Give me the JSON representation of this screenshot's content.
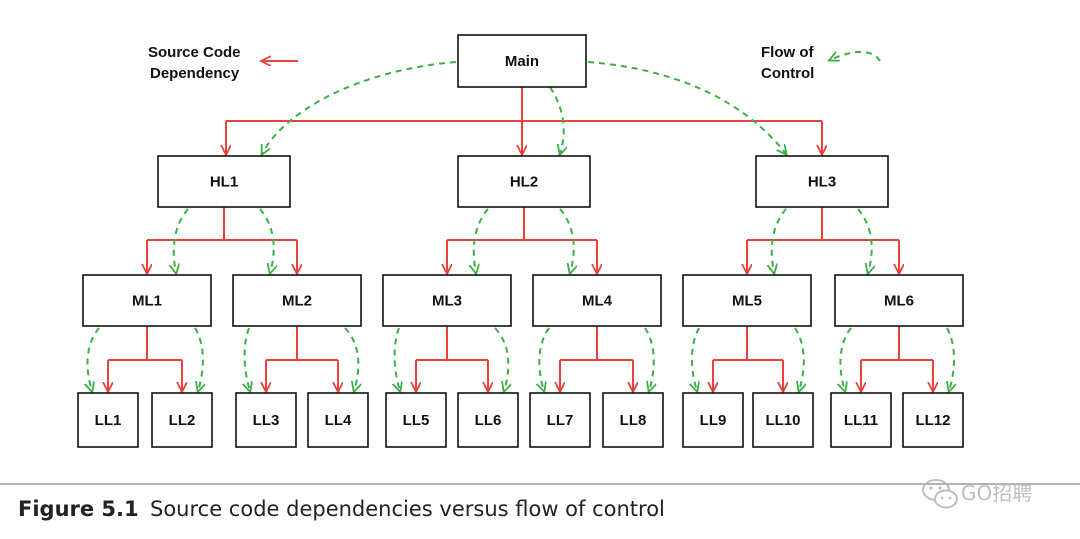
{
  "colors": {
    "dependency": "#e8423c",
    "flow": "#3cb043",
    "box_stroke": "#111111",
    "caption_rule": "#b3b3b3",
    "watermark": "#b8b8b8"
  },
  "legend": {
    "dependency_line1": "Source Code",
    "dependency_line2": "Dependency",
    "flow_line1": "Flow of",
    "flow_line2": "Control"
  },
  "nodes": {
    "main": "Main",
    "hl1": "HL1",
    "hl2": "HL2",
    "hl3": "HL3",
    "ml1": "ML1",
    "ml2": "ML2",
    "ml3": "ML3",
    "ml4": "ML4",
    "ml5": "ML5",
    "ml6": "ML6",
    "ll1": "LL1",
    "ll2": "LL2",
    "ll3": "LL3",
    "ll4": "LL4",
    "ll5": "LL5",
    "ll6": "LL6",
    "ll7": "LL7",
    "ll8": "LL8",
    "ll9": "LL9",
    "ll10": "LL10",
    "ll11": "LL11",
    "ll12": "LL12"
  },
  "caption": {
    "label": "Figure 5.1",
    "text": "Source code dependencies versus flow of control"
  },
  "watermark": {
    "icon": "wechat-icon",
    "text": "GO招聘"
  }
}
